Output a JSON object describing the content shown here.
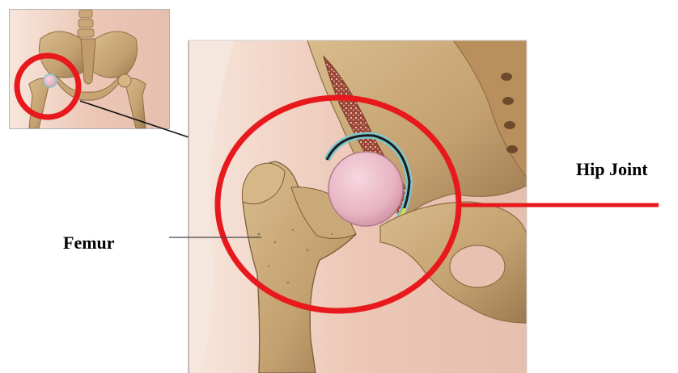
{
  "labels": {
    "femur": "Femur",
    "hip_joint": "Hip Joint"
  },
  "colors": {
    "highlight": "#e8191c",
    "skin": "#e9c6b5",
    "bone": "#c9a778",
    "bone_dark": "#a9855a",
    "cartilage": "#eab9c6",
    "marrow": "#8a3a2c",
    "synovium": "#7fc8cf",
    "leader": "#333333"
  },
  "icons": [
    "thumbnail-pelvis-illustration",
    "hip-joint-closeup-illustration",
    "pointer-arrow"
  ]
}
